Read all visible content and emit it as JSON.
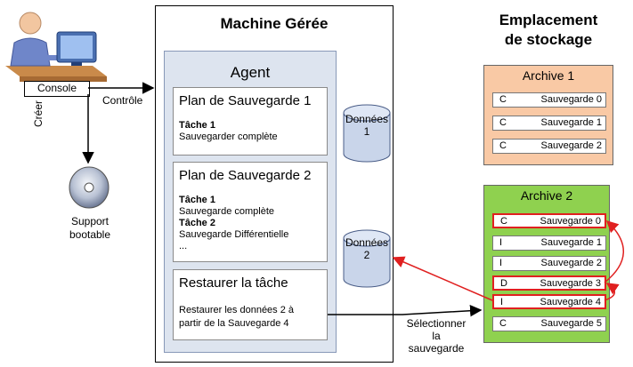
{
  "console": {
    "label": "Console"
  },
  "links": {
    "control": "Contrôle",
    "create": "Créer",
    "select": "Sélectionner\nla\nsauvegarde"
  },
  "bootable": {
    "label": "Support\nbootable"
  },
  "machine": {
    "title": "Machine Gérée",
    "agent": "Agent"
  },
  "plans": [
    {
      "title": "Plan de Sauvegarde 1",
      "lines": [
        {
          "text": "Tâche 1",
          "bold": true
        },
        {
          "text": "Sauvegarder complète",
          "bold": false
        }
      ]
    },
    {
      "title": "Plan de Sauvegarde 2",
      "lines": [
        {
          "text": "Tâche 1",
          "bold": true
        },
        {
          "text": "Sauvegarde complète",
          "bold": false
        },
        {
          "text": "Tâche 2",
          "bold": true
        },
        {
          "text": "Sauvegarde Différentielle",
          "bold": false
        },
        {
          "text": "...",
          "bold": false
        }
      ]
    },
    {
      "title": "Restaurer la tâche",
      "lines": [
        {
          "text": "Restaurer les données 2 à",
          "bold": false
        },
        {
          "text": "partir de la Sauvegarde 4",
          "bold": false
        }
      ]
    }
  ],
  "data_stores": [
    {
      "label": "Données\n1"
    },
    {
      "label": "Données\n2"
    }
  ],
  "storage": {
    "title": "Emplacement\nde stockage"
  },
  "archives": [
    {
      "title": "Archive 1",
      "color": "#f9c9a5",
      "backups": [
        {
          "type": "C",
          "name": "Sauvegarde 0"
        },
        {
          "type": "C",
          "name": "Sauvegarde 1"
        },
        {
          "type": "C",
          "name": "Sauvegarde 2"
        }
      ]
    },
    {
      "title": "Archive 2",
      "color": "#8fd14f",
      "backups": [
        {
          "type": "C",
          "name": "Sauvegarde 0",
          "highlighted": true
        },
        {
          "type": "I",
          "name": "Sauvegarde 1"
        },
        {
          "type": "I",
          "name": "Sauvegarde 2"
        },
        {
          "type": "D",
          "name": "Sauvegarde 3",
          "highlighted": true
        },
        {
          "type": "I",
          "name": "Sauvegarde 4",
          "highlighted": true
        },
        {
          "type": "C",
          "name": "Sauvegarde 5"
        }
      ]
    }
  ],
  "colors": {
    "highlight": "#e02020",
    "agent_bg": "#dde4ef",
    "cylinder": "#c9d5ea"
  }
}
